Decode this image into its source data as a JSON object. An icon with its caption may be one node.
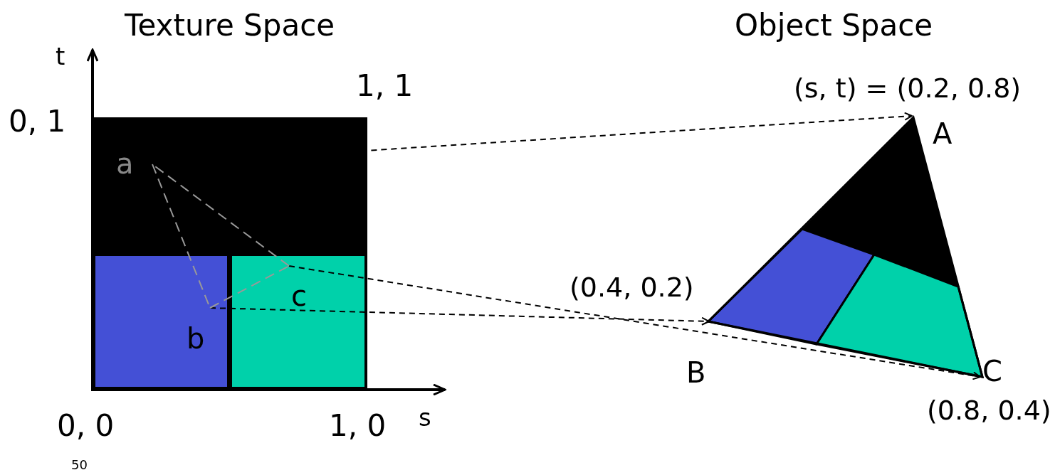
{
  "diagram": {
    "nodes": [
      {
        "text": [
          "a"
        ]
      },
      {
        "text": [
          "b"
        ]
      },
      {
        "text": [
          "c"
        ]
      },
      {
        "text": [
          "A"
        ],
        "beside": [
          "(s, t) = (0.2, 0.8)"
        ]
      },
      {
        "text": [
          "B"
        ],
        "beside": [
          "(0.4, 0.2)"
        ]
      },
      {
        "text": [
          "C"
        ],
        "beside": [
          "(0.8, 0.4)"
        ]
      }
    ],
    "edges": [
      {
        "from": 0,
        "to": 3,
        "arrow": "to",
        "style": "dashed"
      },
      {
        "from": 2,
        "to": 5,
        "arrow": "to",
        "style": "dashed"
      },
      {
        "from": 1,
        "to": 4,
        "arrow": "to",
        "style": "dashed"
      },
      {
        "from": 0,
        "to": 1,
        "arrow": "none",
        "style": "dashed",
        "color": "#999999"
      },
      {
        "from": 1,
        "to": 2,
        "arrow": "none",
        "style": "dashed",
        "color": "#999999"
      },
      {
        "from": 2,
        "to": 0,
        "arrow": "none",
        "style": "dashed",
        "color": "#999999"
      }
    ],
    "labels": [
      "Texture Space",
      "Object Space",
      "t",
      "1, 1",
      "0, 1",
      "s",
      "0, 0",
      "1, 0",
      "50"
    ]
  }
}
